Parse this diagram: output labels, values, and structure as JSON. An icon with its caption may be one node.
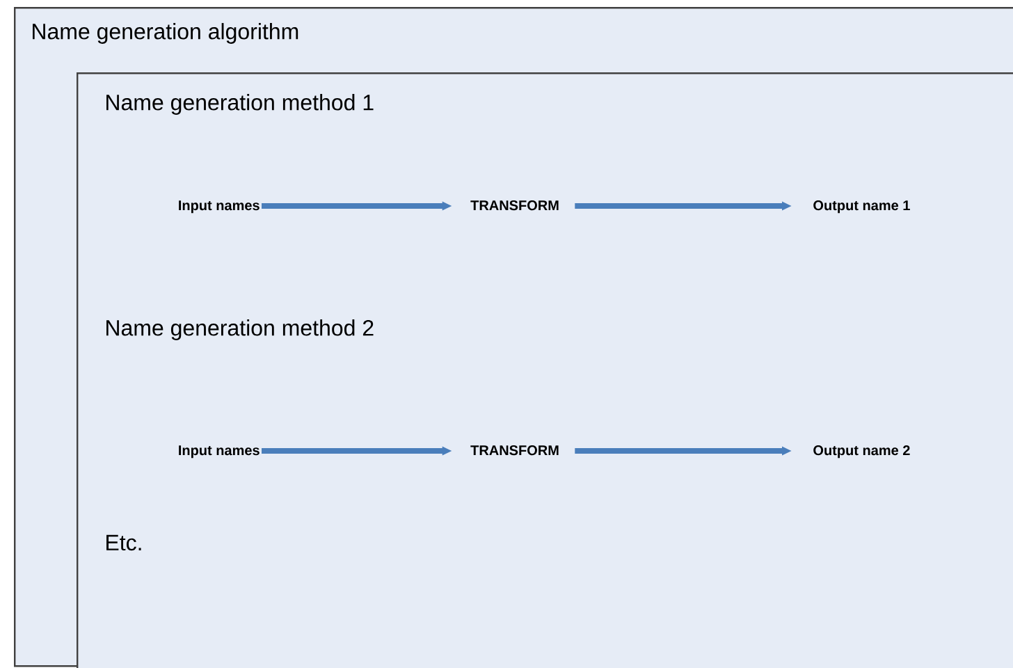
{
  "diagram": {
    "nodes": [
      {
        "text": [
          "Name generation algorithm"
        ]
      },
      {
        "text": [
          "Name generation method 1",
          "Name generation method 2",
          "Etc."
        ],
        "in": 0
      },
      {
        "text": [
          "Input names"
        ],
        "in": 1
      },
      {
        "text": [
          "TRANSFORM"
        ],
        "in": 1
      },
      {
        "text": [
          "Output name 1"
        ],
        "in": 1
      },
      {
        "text": [
          "Input names"
        ],
        "in": 1
      },
      {
        "text": [
          "TRANSFORM"
        ],
        "in": 1
      },
      {
        "text": [
          "Output name 2"
        ],
        "in": 1
      }
    ],
    "edges": [
      {
        "from": 2,
        "to": 3,
        "arrow": "to"
      },
      {
        "from": 3,
        "to": 4,
        "arrow": "to"
      },
      {
        "from": 5,
        "to": 6,
        "arrow": "to"
      },
      {
        "from": 6,
        "to": 7,
        "arrow": "to"
      }
    ]
  }
}
